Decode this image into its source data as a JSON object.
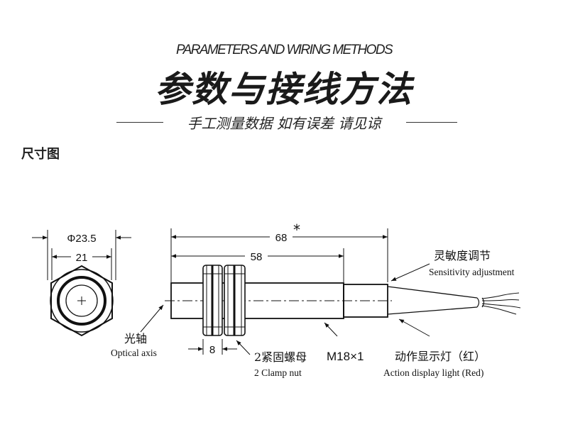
{
  "header": {
    "title_en": "PARAMETERS AND WIRING METHODS",
    "title_cn": "参数与接线方法",
    "subtitle": "手工测量数据 如有误差 请见谅"
  },
  "section": {
    "heading": "尺寸图"
  },
  "dimensions": {
    "outer_diameter": "Φ23.5",
    "hex_width": "21",
    "total_length": "68",
    "total_length_mark": "*",
    "body_length": "58",
    "nut_thickness": "8",
    "thread": "M18×1"
  },
  "labels": {
    "optical_axis_cn": "光轴",
    "optical_axis_en": "Optical axis",
    "clamp_nut_cn": "2紧固螺母",
    "clamp_nut_en": "2 Clamp nut",
    "sensitivity_cn": "灵敏度调节",
    "sensitivity_en": "Sensitivity adjustment",
    "action_light_cn": "动作显示灯（红）",
    "action_light_en": "Action display light (Red)"
  }
}
